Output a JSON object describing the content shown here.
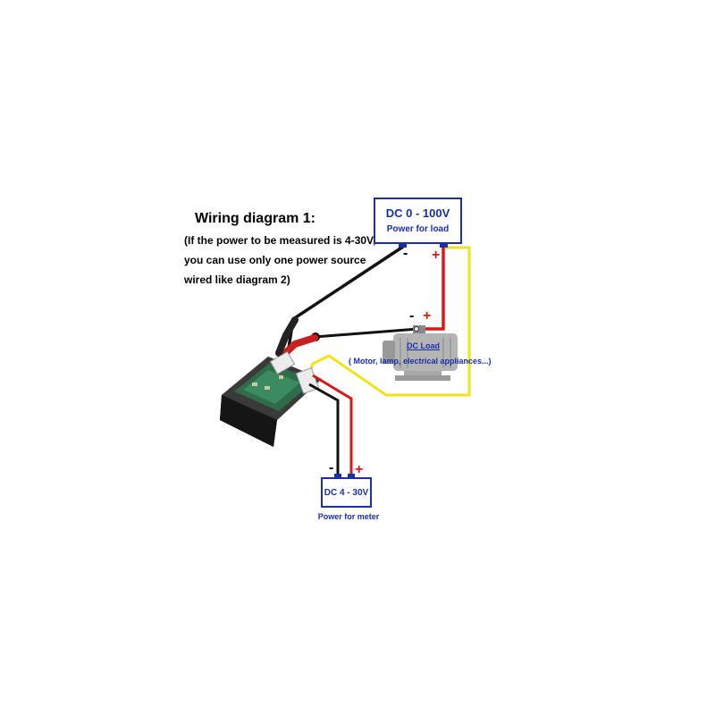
{
  "caption": {
    "title": "Wiring diagram 1:",
    "line1": "(If the power to be measured is 4-30V,",
    "line2": "you can use only one power source",
    "line3": "wired like diagram 2)"
  },
  "load_supply": {
    "voltage": "DC 0 - 100V",
    "label": "Power for load",
    "minus": "-",
    "plus": "+"
  },
  "load": {
    "label": "DC Load",
    "description": "( Motor, lamp, electrical appliances...)",
    "minus": "-",
    "plus": "+"
  },
  "meter_supply": {
    "voltage": "DC 4 - 30V",
    "label": "Power for meter",
    "minus": "-",
    "plus": "+"
  },
  "colors": {
    "box_border": "#1a2fa8",
    "wire_black": "#111111",
    "wire_red": "#d61a1a",
    "wire_yellow": "#f2e21a"
  }
}
